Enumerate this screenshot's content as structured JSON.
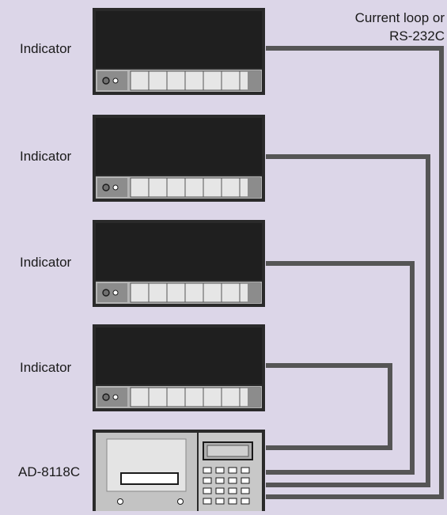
{
  "indicators": [
    {
      "label": "Indicator"
    },
    {
      "label": "Indicator"
    },
    {
      "label": "Indicator"
    },
    {
      "label": "Indicator"
    }
  ],
  "printer": {
    "label": "AD-8118C"
  },
  "connection": {
    "line1": "Current loop or",
    "line2": "RS-232C"
  },
  "colors": {
    "background": "#dcd6e8",
    "display": "#1f1f1f",
    "key": "#e6e6e6",
    "panel": "#8c8c8c",
    "cable": "#555555",
    "printer_body": "#c3c3c3"
  }
}
